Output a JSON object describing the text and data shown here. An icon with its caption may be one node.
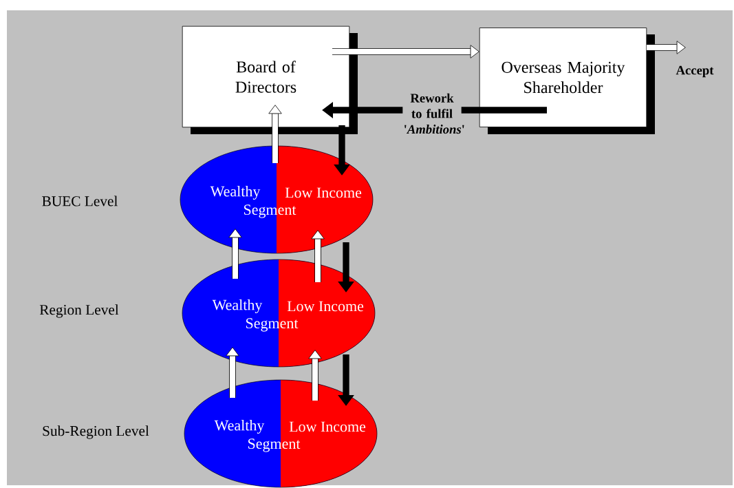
{
  "diagram": {
    "nodes": [
      {
        "text": [
          "Board of Directors"
        ]
      },
      {
        "text": [
          "Overseas Majority Shareholder"
        ]
      },
      {
        "text": [
          "Wealthy",
          "Low Income",
          "Segment"
        ]
      },
      {
        "text": [
          "Wealthy",
          "Low Income",
          "Segment"
        ]
      },
      {
        "text": [
          "Wealthy",
          "Low Income",
          "Segment"
        ]
      }
    ],
    "edges": [
      {
        "from": 0,
        "to": 1,
        "arrow": "to"
      },
      {
        "from": 1,
        "to": null,
        "arrow": "to",
        "label": "Accept"
      },
      {
        "from": 1,
        "to": 0,
        "arrow": "to",
        "label": "Rework to fulfil '*Ambitions*'",
        "color": "#000000"
      },
      {
        "from": 2,
        "to": 0,
        "arrow": "to"
      },
      {
        "from": 0,
        "to": 2,
        "arrow": "to",
        "color": "#000000"
      },
      {
        "from": 3,
        "to": 2,
        "arrow": "to"
      },
      {
        "from": 3,
        "to": 2,
        "arrow": "to"
      },
      {
        "from": 2,
        "to": 3,
        "arrow": "to",
        "color": "#000000"
      },
      {
        "from": 4,
        "to": 3,
        "arrow": "to"
      },
      {
        "from": 4,
        "to": 3,
        "arrow": "to"
      },
      {
        "from": 3,
        "to": 4,
        "arrow": "to",
        "color": "#000000"
      }
    ],
    "labels": [
      "BUEC Level",
      "Region Level",
      "Sub-Region Level"
    ]
  }
}
